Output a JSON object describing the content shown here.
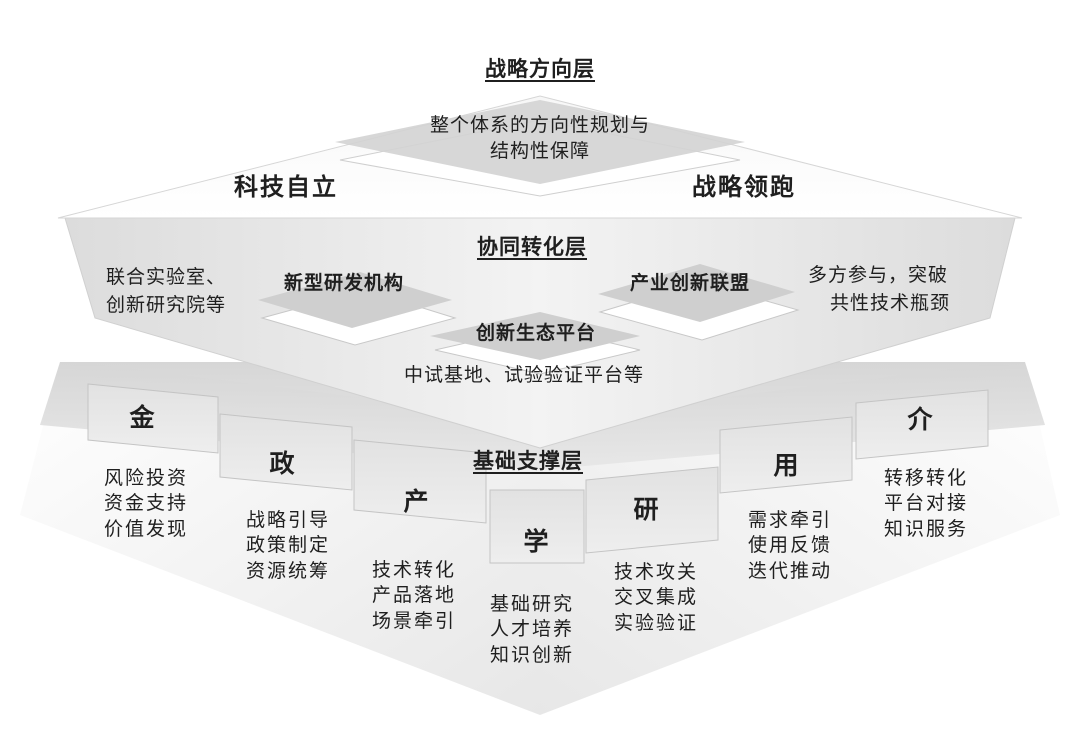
{
  "strategic_layer": {
    "title": "战略方向层",
    "description_line1": "整个体系的方向性规划与",
    "description_line2": "结构性保障",
    "left_label": "科技自立",
    "right_label": "战略领跑"
  },
  "collaborative_layer": {
    "title": "协同转化层",
    "left_note_line1": "联合实验室、",
    "left_note_line2": "创新研究院等",
    "left_platform": "新型研发机构",
    "right_platform": "产业创新联盟",
    "right_note_line1": "多方参与，突破",
    "right_note_line2": "共性技术瓶颈",
    "center_platform": "创新生态平台",
    "center_note": "中试基地、试验验证平台等"
  },
  "support_layer": {
    "title": "基础支撑层",
    "pillars": [
      {
        "name": "金",
        "lines": [
          "风险投资",
          "资金支持",
          "价值发现"
        ]
      },
      {
        "name": "政",
        "lines": [
          "战略引导",
          "政策制定",
          "资源统筹"
        ]
      },
      {
        "name": "产",
        "lines": [
          "技术转化",
          "产品落地",
          "场景牵引"
        ]
      },
      {
        "name": "学",
        "lines": [
          "基础研究",
          "人才培养",
          "知识创新"
        ]
      },
      {
        "name": "研",
        "lines": [
          "技术攻关",
          "交叉集成",
          "实验验证"
        ]
      },
      {
        "name": "用",
        "lines": [
          "需求牵引",
          "使用反馈",
          "迭代推动"
        ]
      },
      {
        "name": "介",
        "lines": [
          "转移转化",
          "平台对接",
          "知识服务"
        ]
      }
    ]
  }
}
